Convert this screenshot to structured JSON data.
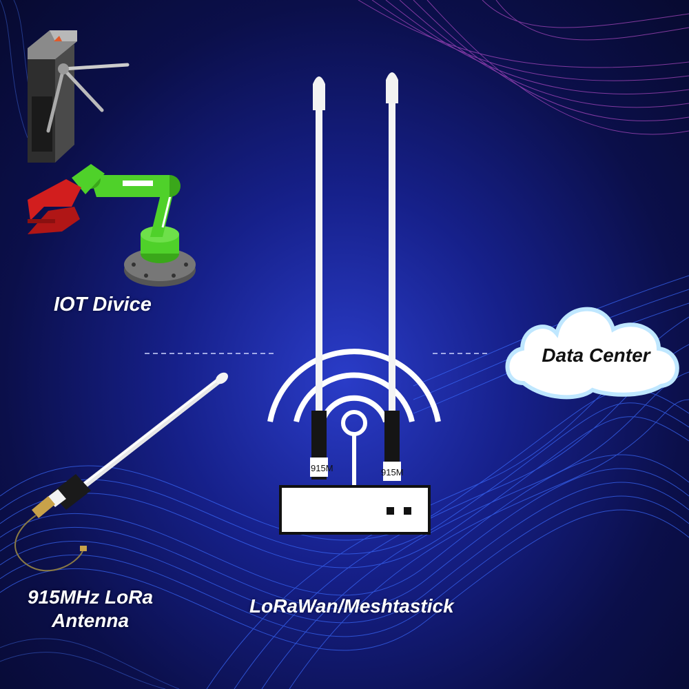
{
  "labels": {
    "iot_device": "IOT Divice",
    "data_center": "Data Center",
    "antenna_line1": "915MHz LoRa",
    "antenna_line2": "Antenna",
    "gateway": "LoRaWan/Meshtastick"
  },
  "antenna_marking": "915M",
  "colors": {
    "background": "#0b0f4a",
    "mesh_blue": "#3b6bff",
    "mesh_purple": "#b44cc8",
    "robot_arm": "#4fd12a",
    "gripper": "#d21e1e",
    "cloud_border": "#bfe7ff"
  },
  "icons": [
    "turnstile-icon",
    "robot-arm-icon",
    "cloud-icon",
    "wifi-signal-icon",
    "gateway-router-icon",
    "antenna-icon"
  ]
}
